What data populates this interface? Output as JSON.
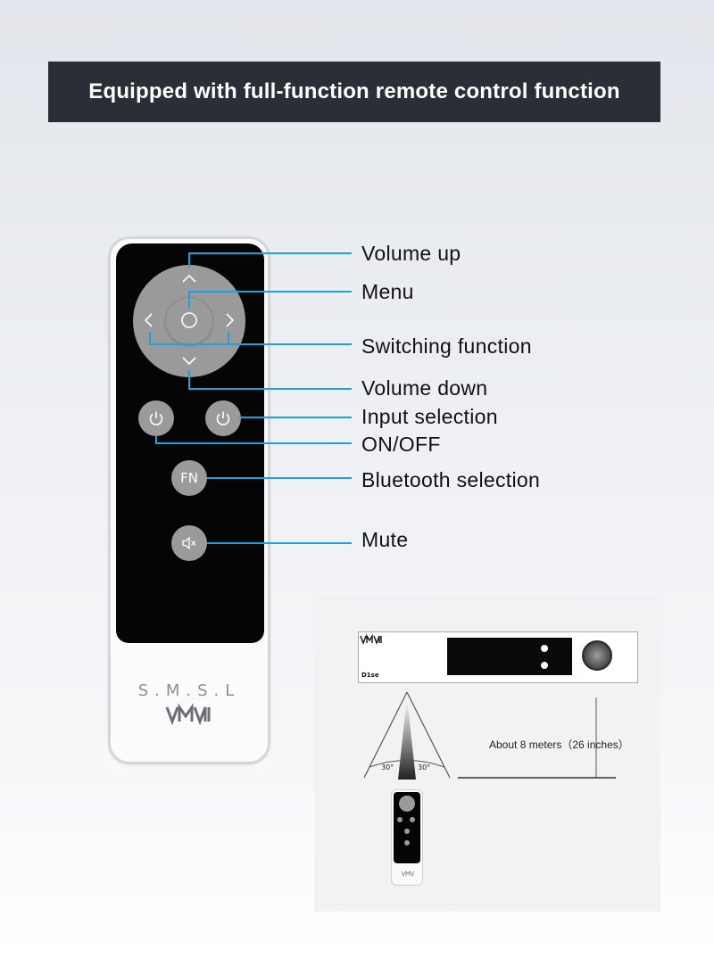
{
  "banner": {
    "title": "Equipped with full-function remote control function"
  },
  "remote": {
    "brand": "S.M.S.L",
    "fn_label": "FN"
  },
  "callouts": {
    "volume_up": "Volume up",
    "menu": "Menu",
    "switching": "Switching function",
    "volume_down": "Volume down",
    "input": "Input selection",
    "onoff": "ON/OFF",
    "bluetooth": "Bluetooth selection",
    "mute": "Mute"
  },
  "diagram": {
    "angle_left": "30°",
    "angle_right": "30°",
    "distance": "About 8 meters（26 inches）",
    "amp_model": "D1se"
  },
  "colors": {
    "banner_bg": "#2a2f37",
    "line": "#1aa3e0",
    "button_grey": "#9a9a9a"
  },
  "icons": [
    "arrow-up-icon",
    "arrow-down-icon",
    "arrow-left-icon",
    "arrow-right-icon",
    "ok-circle-icon",
    "power-icon",
    "mute-icon",
    "brand-logo"
  ]
}
